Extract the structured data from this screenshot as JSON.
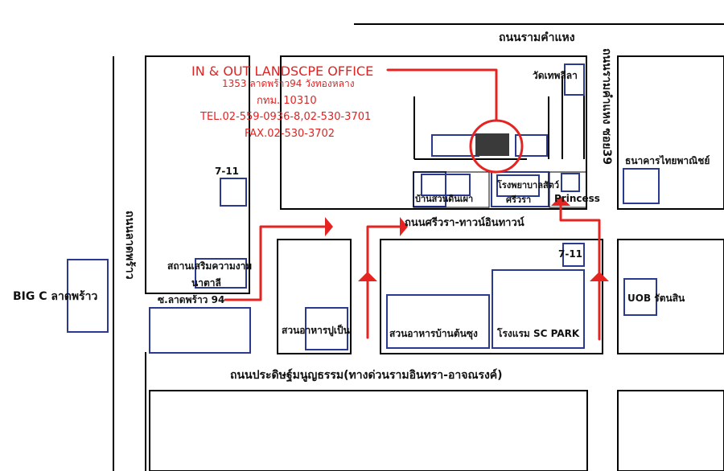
{
  "office": {
    "name": "IN & OUT LANDSCPE OFFICE",
    "address": "1353 ลาดพร้าว94 วังทองหลาง",
    "city": "กทม. 10310",
    "tel": "TEL.02-559-0936-8,02-530-3701",
    "fax": "FAX.02-530-3702"
  },
  "roads": {
    "ramkhamhaeng": "ถนนรามคำแหง",
    "ramkhamhaeng_soi39": "ถนนรามคำแหง ซอย39",
    "ladprao": "ถนนลาดพร้าว",
    "srivara": "ถนนศรีวรา-ทาวน์อินทาวน์",
    "praditmanutham": "ถนนประดิษฐ์มนูญธรรม(ทางด่วนรามอินทรา-อาจณรงค์)",
    "soi_ladprao94": "ซ.ลาดพร้าว 94"
  },
  "places": {
    "big_c": "BIG C ลาดพร้าว",
    "seven_eleven_left": "7-11",
    "seven_eleven_right": "7-11",
    "beauty_line1": "สถานเสริมความงาม",
    "beauty_line2": "นาตาลี",
    "restaurant_pupen": "สวนอาหารปูเป็น",
    "restaurant_bantonchong": "สวนอาหารบ้านต้นซุง",
    "hotel_sc_park": "โรงแรม SC  PARK",
    "wat": "วัดเทพลีลา",
    "scb": "ธนาคารไทยพาณิชย์",
    "uob": "UOB รัตนสิน",
    "ban_suan": "บ้านสวนดินเผา",
    "vet_line1": "โรงพยาบาลสัตว์",
    "vet_line2": "ศรีวรา",
    "princess": "Princess"
  },
  "colors": {
    "route": "#e52421",
    "building": "#2b3990",
    "road": "#000000",
    "office_text": "#e02323"
  }
}
